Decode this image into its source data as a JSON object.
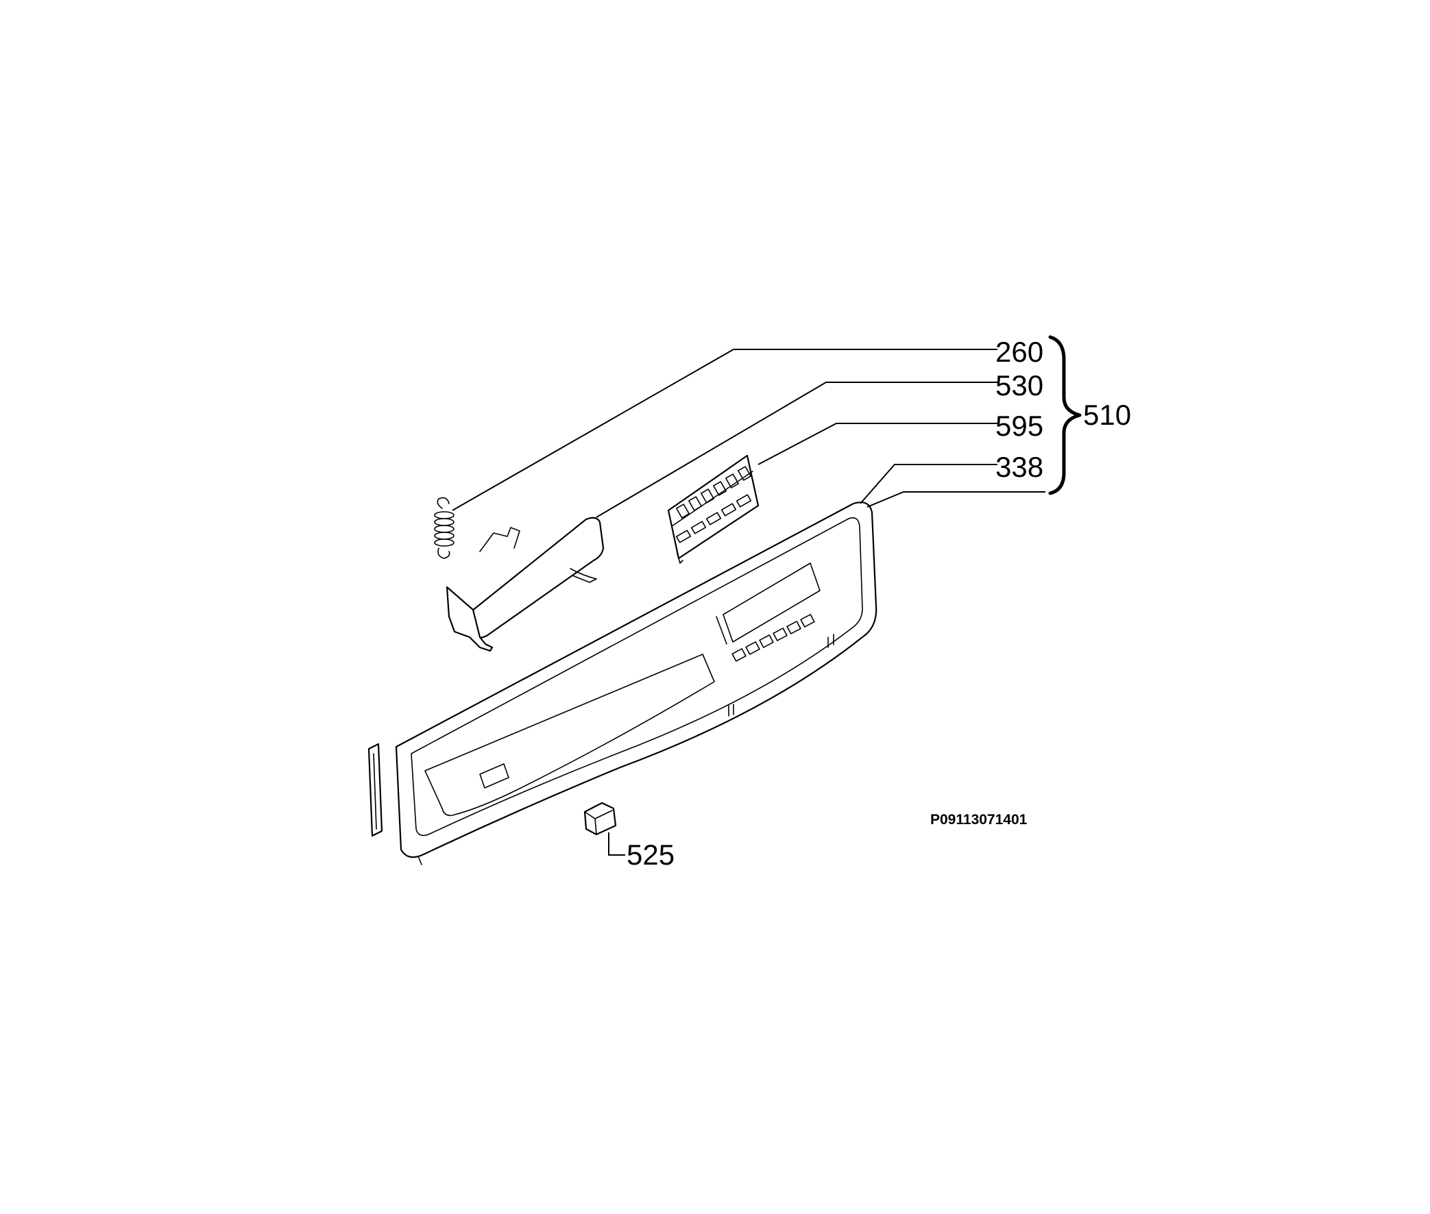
{
  "diagram": {
    "parts": [
      {
        "id": "spring",
        "label": "260",
        "icon": "spring-icon"
      },
      {
        "id": "handle",
        "label": "530",
        "icon": "handle-icon"
      },
      {
        "id": "pcb",
        "label": "595",
        "icon": "circuit-board-icon"
      },
      {
        "id": "panel",
        "label": "338",
        "icon": "control-panel-icon"
      },
      {
        "id": "knob",
        "label": "525",
        "icon": "button-cap-icon"
      }
    ],
    "group_label": "510",
    "drawing_code": "P09113071401"
  }
}
